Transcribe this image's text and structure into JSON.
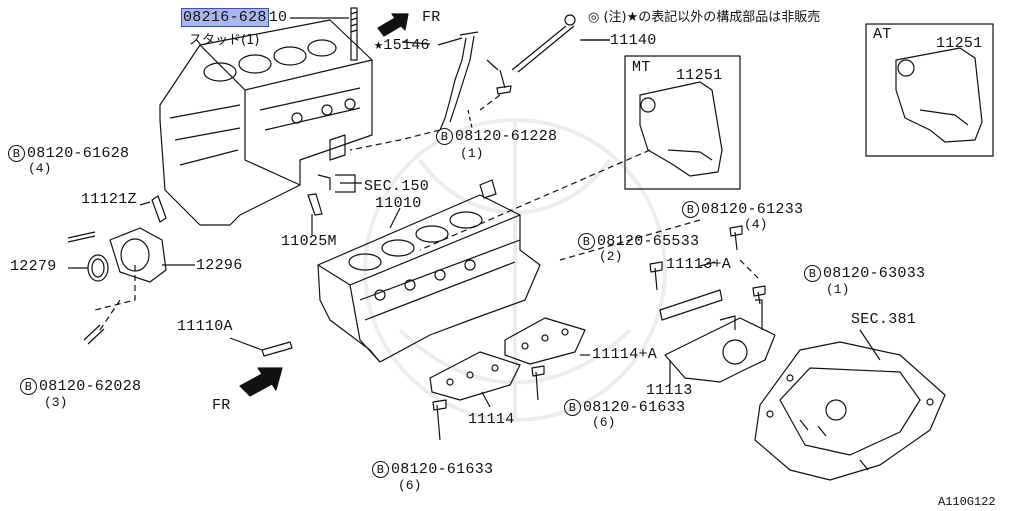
{
  "labels": {
    "stud_no": "08216-628",
    "stud_suffix": "10",
    "stud_name": "スタッド(1)",
    "fr_top": "FR",
    "fr_bottom": "FR",
    "note": "(注)★の表記以外の構成部品は非販売",
    "p15146": "15146",
    "p11140": "11140",
    "b61228": "08120-61228",
    "b61228_qty": "(1)",
    "b61628": "08120-61628",
    "b61628_qty": "(4)",
    "p11121z": "11121Z",
    "sec150": "SEC.150",
    "p11010": "11010",
    "p11025m": "11025M",
    "p12279": "12279",
    "p12296": "12296",
    "p11110a": "11110A",
    "b62028": "08120-62028",
    "b62028_qty": "(3)",
    "mt": "MT",
    "mt_11251": "11251",
    "at": "AT",
    "at_11251": "11251",
    "b61233": "08120-61233",
    "b61233_qty": "(4)",
    "b65533": "08120-65533",
    "b65533_qty": "(2)",
    "p11113a": "11113+A",
    "b63033": "08120-63033",
    "b63033_qty": "(1)",
    "sec381": "SEC.381",
    "p11114a": "11114+A",
    "p11113": "11113",
    "p11114": "11114",
    "b61633a": "08120-61633",
    "b61633a_qty": "(6)",
    "b61633b": "08120-61633",
    "b61633b_qty": "(6)",
    "fig_code": "A110G122"
  },
  "symbols": {
    "bolt_marker": "B",
    "star": "★",
    "washer": "◎"
  }
}
